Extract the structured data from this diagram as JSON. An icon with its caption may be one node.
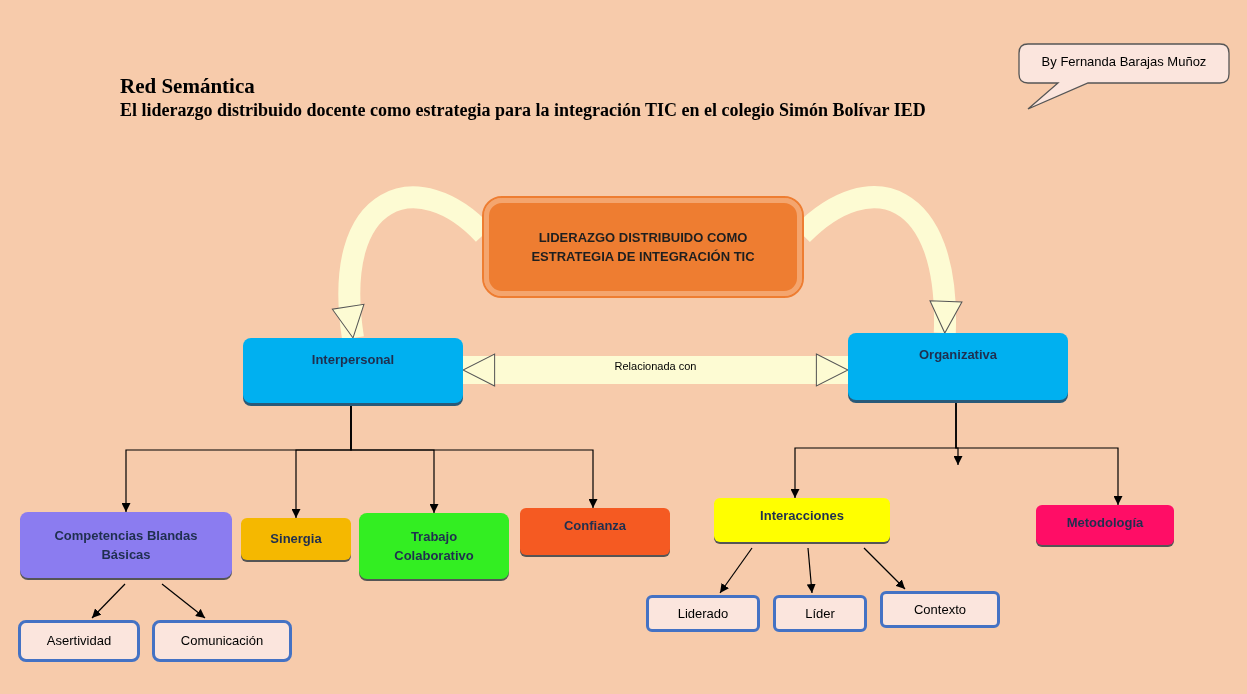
{
  "diagram": {
    "title": "Red Semántica",
    "nodes": [
      {
        "text": [
          "By Fernanda Barajas Muñoz"
        ]
      },
      {
        "text": [
          "LIDERAZGO DISTRIBUIDO COMO ESTRATEGIA DE INTEGRACIÓN TIC"
        ]
      },
      {
        "text": [
          "Interpersonal"
        ]
      },
      {
        "text": [
          "Organizativa"
        ]
      },
      {
        "text": [
          "Competencias Blandas Básicas"
        ]
      },
      {
        "text": [
          "Sinergia"
        ]
      },
      {
        "text": [
          "Trabajo Colaborativo"
        ]
      },
      {
        "text": [
          "Confianza"
        ]
      },
      {
        "text": [
          "Interacciones"
        ]
      },
      {
        "text": [
          "Metodología"
        ]
      },
      {
        "text": [
          "Asertividad"
        ]
      },
      {
        "text": [
          "Comunicación"
        ]
      },
      {
        "text": [
          "Liderado"
        ]
      },
      {
        "text": [
          "Líder"
        ]
      },
      {
        "text": [
          "Contexto"
        ]
      }
    ],
    "edges": [
      {
        "from": 1,
        "to": 2,
        "arrow": "to",
        "style": "thick",
        "color": "#fdfbd3"
      },
      {
        "from": 1,
        "to": 3,
        "arrow": "to",
        "style": "thick",
        "color": "#fdfbd3"
      },
      {
        "from": 2,
        "to": 3,
        "arrow": "both",
        "label": "Relacionada con",
        "style": "thick",
        "color": "#fdfbd3"
      },
      {
        "from": 2,
        "to": 4,
        "arrow": "to"
      },
      {
        "from": 2,
        "to": 5,
        "arrow": "to"
      },
      {
        "from": 2,
        "to": 6,
        "arrow": "to"
      },
      {
        "from": 2,
        "to": 7,
        "arrow": "to"
      },
      {
        "from": 3,
        "to": 8,
        "arrow": "to"
      },
      {
        "from": 3,
        "to": null,
        "arrow": "to"
      },
      {
        "from": 3,
        "to": 9,
        "arrow": "to"
      },
      {
        "from": 4,
        "to": 10,
        "arrow": "to"
      },
      {
        "from": 4,
        "to": 11,
        "arrow": "to"
      },
      {
        "from": 8,
        "to": 12,
        "arrow": "to"
      },
      {
        "from": 8,
        "to": 13,
        "arrow": "to"
      },
      {
        "from": 8,
        "to": 14,
        "arrow": "to"
      }
    ],
    "labels": [
      "El liderazgo distribuido docente como estrategia para la integración TIC en el colegio Simón Bolívar IED"
    ]
  }
}
